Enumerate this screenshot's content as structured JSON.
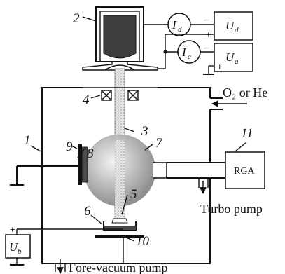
{
  "labels": {
    "n1": "1",
    "n2": "2",
    "n3": "3",
    "n4": "4",
    "n5": "5",
    "n6": "6",
    "n7": "7",
    "n8": "8",
    "n9": "9",
    "n10": "10",
    "n11": "11"
  },
  "text": {
    "gas_inlet": "O₂ or He",
    "rga": "RGA",
    "turbo_pump": "Turbo pump",
    "fore_vacuum_pump": "Fore-vacuum pump"
  },
  "symbols": {
    "Id": {
      "main": "I",
      "sub": "d"
    },
    "Ie": {
      "main": "I",
      "sub": "e"
    },
    "Ud": {
      "main": "U",
      "sub": "d"
    },
    "Ua": {
      "main": "U",
      "sub": "a"
    },
    "Ub": {
      "main": "U",
      "sub": "b"
    }
  },
  "signs": {
    "minus": "−",
    "plus": "+"
  },
  "colors": {
    "stroke": "#111111",
    "cathode": "#3d3d3d",
    "sphere_light": "#f2f2f2",
    "sphere_dark": "#8f8f8f",
    "target": "#4a4a4a",
    "beam": "#bdbdbd"
  }
}
